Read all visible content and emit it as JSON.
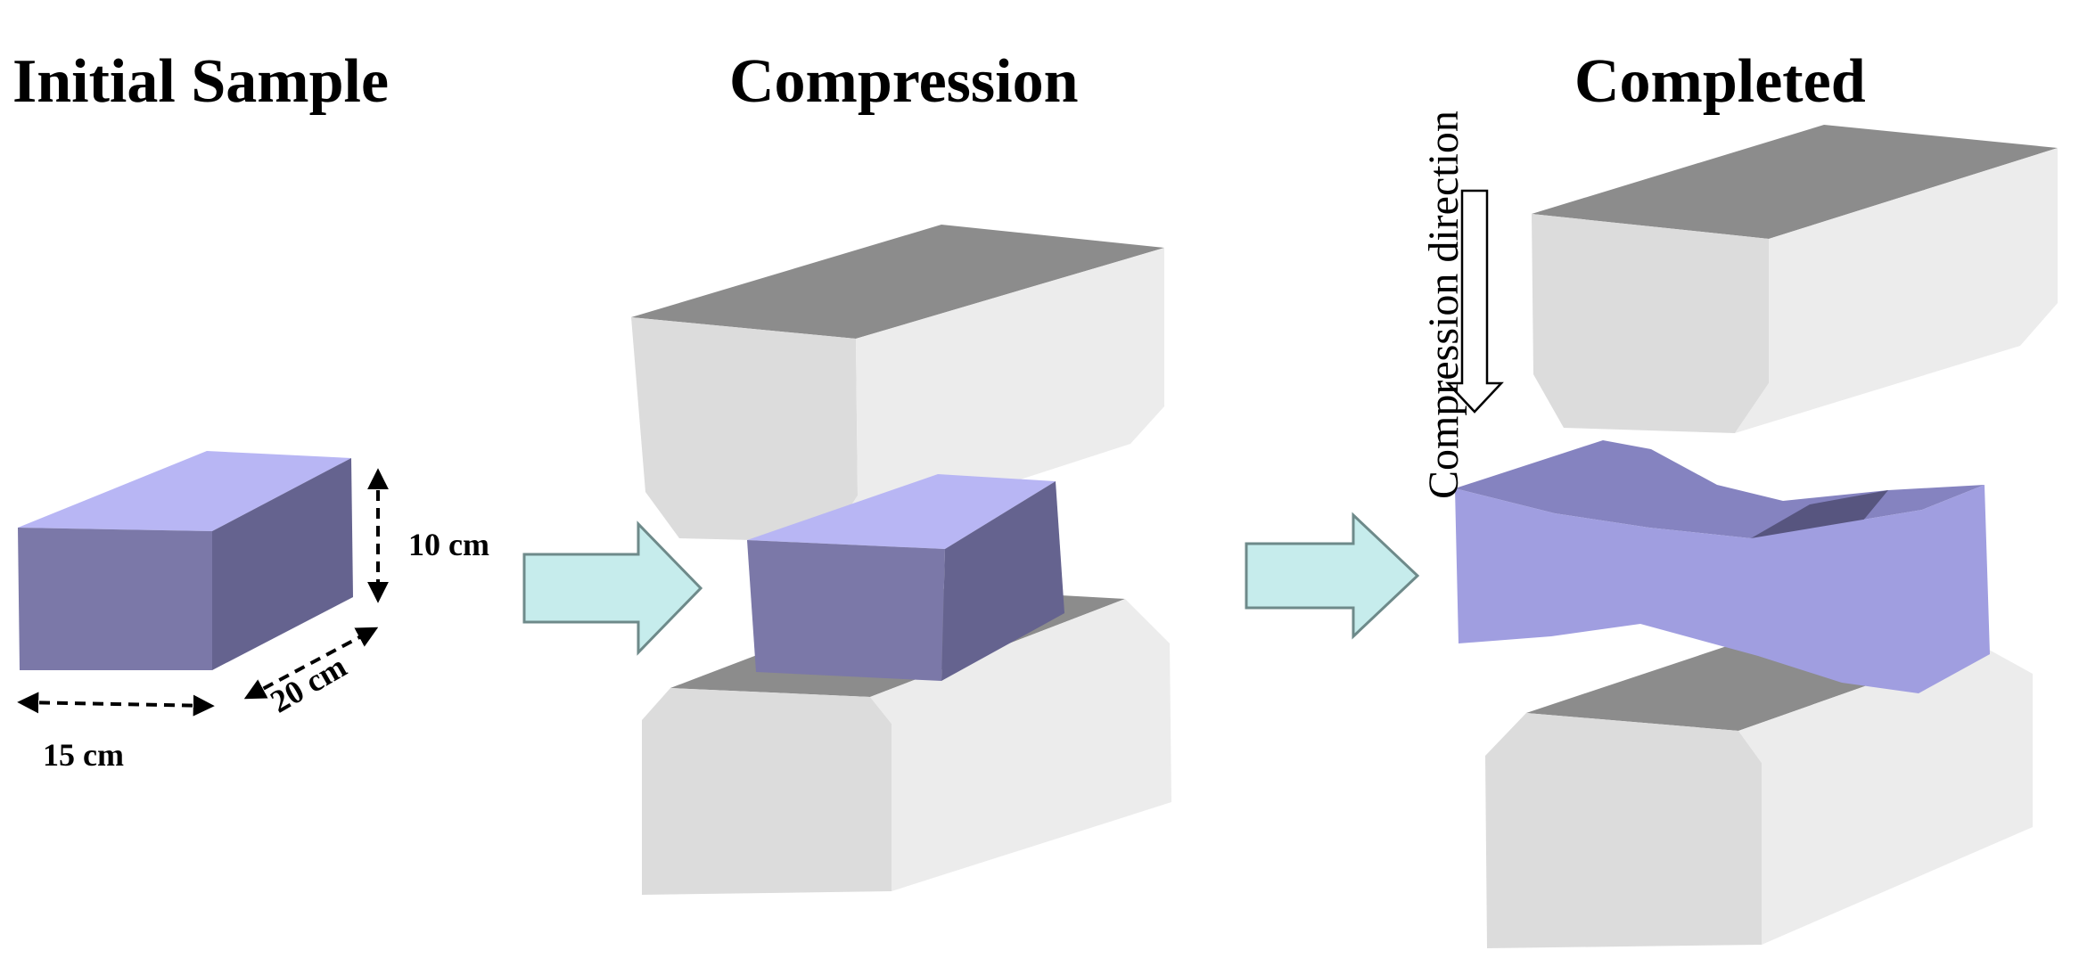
{
  "titles": {
    "initial": "Initial Sample",
    "compression": "Compression",
    "completed": "Completed"
  },
  "dimensions": {
    "height": "10 cm",
    "width": "15 cm",
    "depth": "20 cm"
  },
  "annotation": {
    "compression_direction": "Compression direction"
  },
  "colors": {
    "sample_front": "#7b78a8",
    "sample_side": "#65638f",
    "sample_top": "#b8b6f4",
    "deformed_front": "#a09ee0",
    "deformed_top": "#8583c0",
    "deformed_dark": "#57557f",
    "anvil_front": "#dcdcdc",
    "anvil_light": "#ececec",
    "anvil_top": "#8c8c8c",
    "flow_arrow_fill": "#c6ecec",
    "flow_arrow_stroke": "#6e8a8a"
  }
}
